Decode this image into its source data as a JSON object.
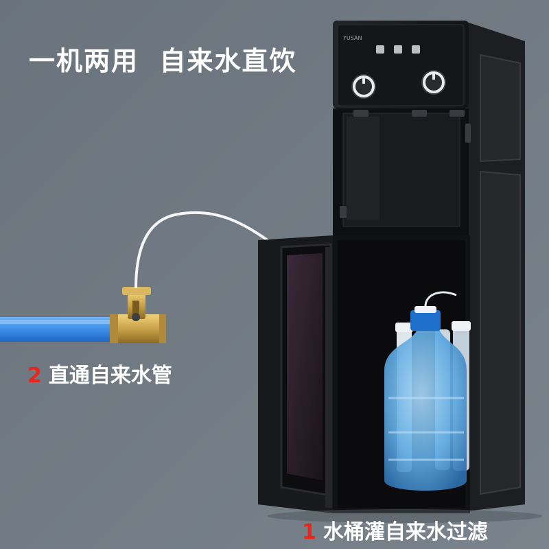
{
  "headline": "一机两用  自来水直饮",
  "brand_mark": "YUSAN",
  "callout_pipe": {
    "number": "2",
    "text": "直通自来水管"
  },
  "callout_bucket": {
    "number": "1",
    "text": "水桶灌自来水过滤"
  },
  "colors": {
    "background": "#6e7780",
    "pipe": "#3d8ee8",
    "brass_valve": "#c9a24a",
    "dispenser_body": "#1b1c1e",
    "bottle": "#5da8e0",
    "callout_number": "#e8261c"
  },
  "icons": [
    "water-dispenser",
    "water-bottle",
    "brass-valve",
    "supply-pipe",
    "filter-cartridges",
    "temperature-knob"
  ]
}
